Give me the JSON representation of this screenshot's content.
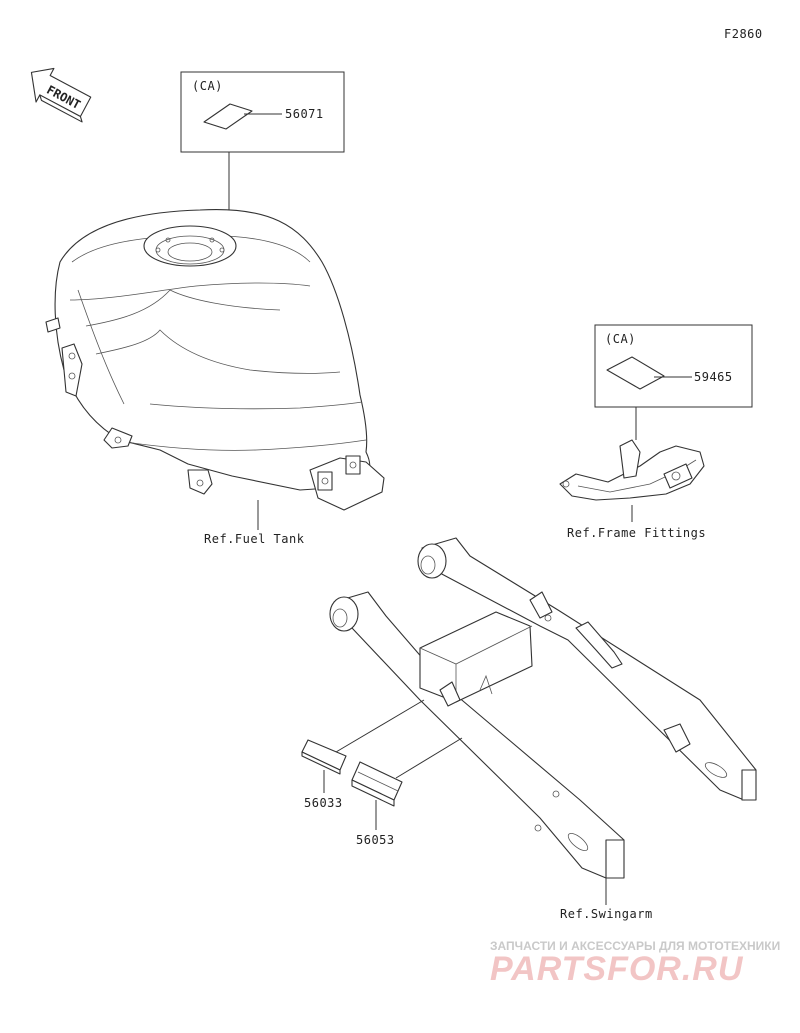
{
  "figure_code": "F2860",
  "front_label": "FRONT",
  "callouts": {
    "ca_label_1": "(CA)",
    "part_56071": "56071",
    "ca_label_2": "(CA)",
    "part_59465": "59465",
    "part_56033": "56033",
    "part_56053": "56053"
  },
  "references": {
    "fuel_tank": "Ref.Fuel Tank",
    "frame_fittings": "Ref.Frame Fittings",
    "swingarm": "Ref.Swingarm"
  },
  "watermark": {
    "tagline": "ЗАПЧАСТИ И АКСЕССУАРЫ ДЛЯ МОТОТЕХНИКИ",
    "brand": "PARTSFOR.RU"
  },
  "colors": {
    "line": "#333333",
    "watermark_text": "#c9c9c9",
    "watermark_brand": "#f2c5c5"
  }
}
